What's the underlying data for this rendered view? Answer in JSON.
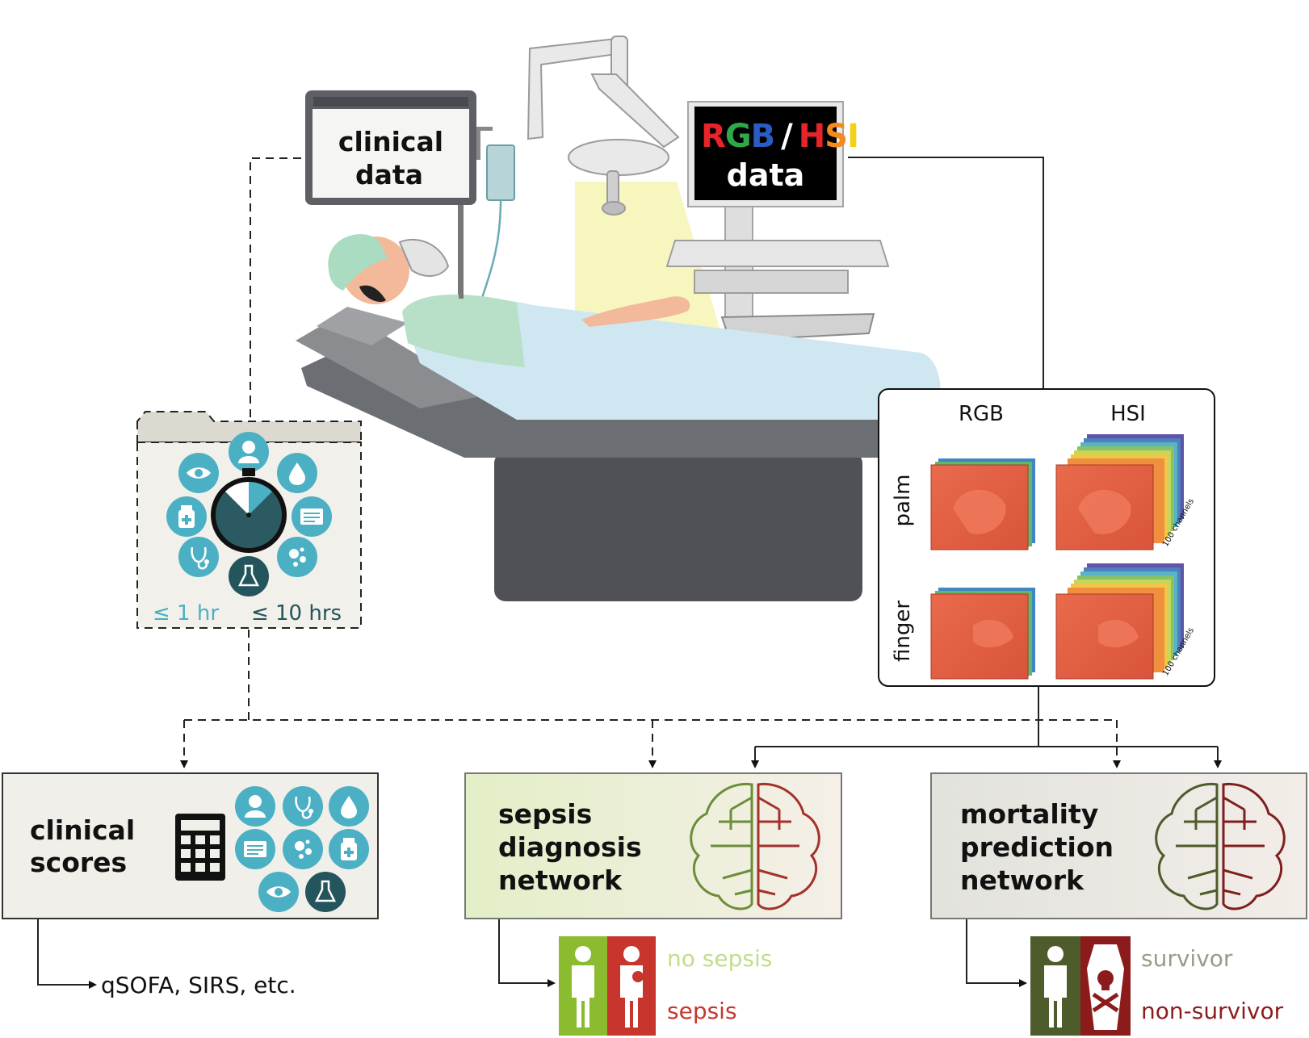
{
  "monitor": {
    "line1": "clinical",
    "line2": "data"
  },
  "screen": {
    "rgb": "RGB",
    "slash": "/",
    "hsi": "HSI",
    "data": "data",
    "rgb_colors": [
      "#e6242a",
      "#2fa84a",
      "#2b5cc4"
    ],
    "hsi_colors": [
      "#e6242a",
      "#f28a1e",
      "#f5d018"
    ]
  },
  "folder": {
    "time_short": "≤ 1 hr",
    "time_long": "≤ 10 hrs",
    "icons": [
      "person-icon",
      "drop-icon",
      "form-icon",
      "bubbles-icon",
      "flask-icon",
      "stethoscope-icon",
      "medicine-bottle-icon",
      "eye-icon",
      "stopwatch-icon"
    ]
  },
  "imaging": {
    "col_rgb": "RGB",
    "col_hsi": "HSI",
    "row_palm": "palm",
    "row_finger": "finger",
    "channels_label": "100 channels"
  },
  "scores": {
    "line1": "clinical",
    "line2": "scores",
    "output": "qSOFA, SIRS, etc.",
    "icons": [
      "calculator-icon",
      "person-icon",
      "stethoscope-icon",
      "drop-icon",
      "form-icon",
      "bubbles-icon",
      "medicine-bottle-icon",
      "eye-icon",
      "flask-icon"
    ]
  },
  "sepsis": {
    "line1": "sepsis",
    "line2": "diagnosis",
    "line3": "network",
    "out_negative": "no sepsis",
    "out_positive": "sepsis",
    "color_negative": "#c3dc8a",
    "color_positive": "#c8352c"
  },
  "mortality": {
    "line1": "mortality",
    "line2": "prediction",
    "line3": "network",
    "out_negative": "survivor",
    "out_positive": "non-survivor",
    "color_negative": "#9a9a8c",
    "color_positive": "#8c1c1c"
  },
  "colors": {
    "teal": "#4bb0c4",
    "dark_teal": "#24555c",
    "scores_bg": "#f0efe9",
    "sepsis_bg": "#eaf1d6",
    "mortality_bg": "#e6e6e1"
  }
}
